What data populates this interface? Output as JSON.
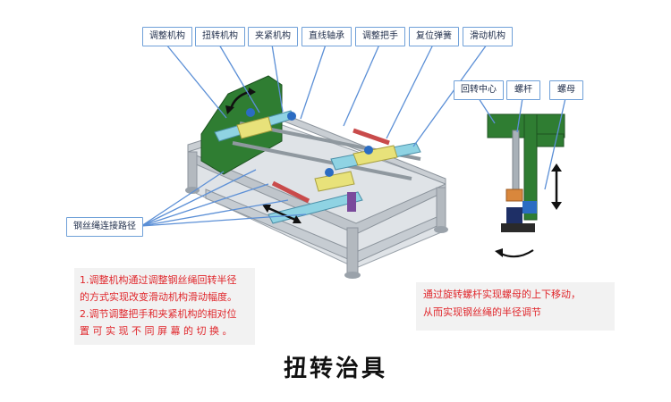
{
  "labels": {
    "adjust_mechanism": "调整机构",
    "twist_mechanism": "扭转机构",
    "clamp_mechanism": "夹紧机构",
    "linear_bearing": "直线轴承",
    "adjust_handle": "调整把手",
    "return_spring": "复位弹簧",
    "slide_mechanism": "滑动机构",
    "rotation_center": "回转中心",
    "screw": "螺杆",
    "nut": "螺母",
    "wire_path": "钢丝绳连接路径"
  },
  "notes": {
    "left": [
      "1.调整机构通过调整钢丝绳回转半径",
      "的方式实现改变滑动机构滑动幅度。",
      "2.调节调整把手和夹紧机构的相对位",
      "置 可 实 现 不 同 屏 幕 的 切 换 。"
    ],
    "right": [
      "通过旋转螺杆实现螺母的上下移动，",
      "从而实现钢丝绳的半径调节"
    ]
  },
  "title": "扭转治具",
  "colors": {
    "label_border": "#6fa0d8",
    "leader_line": "#5b8fd6",
    "note_text": "#e0262b",
    "frame": "#b9bec4",
    "plate_green": "#2f7d32",
    "slider_cyan": "#8fd3e3",
    "block_yellow": "#e8e27a"
  }
}
